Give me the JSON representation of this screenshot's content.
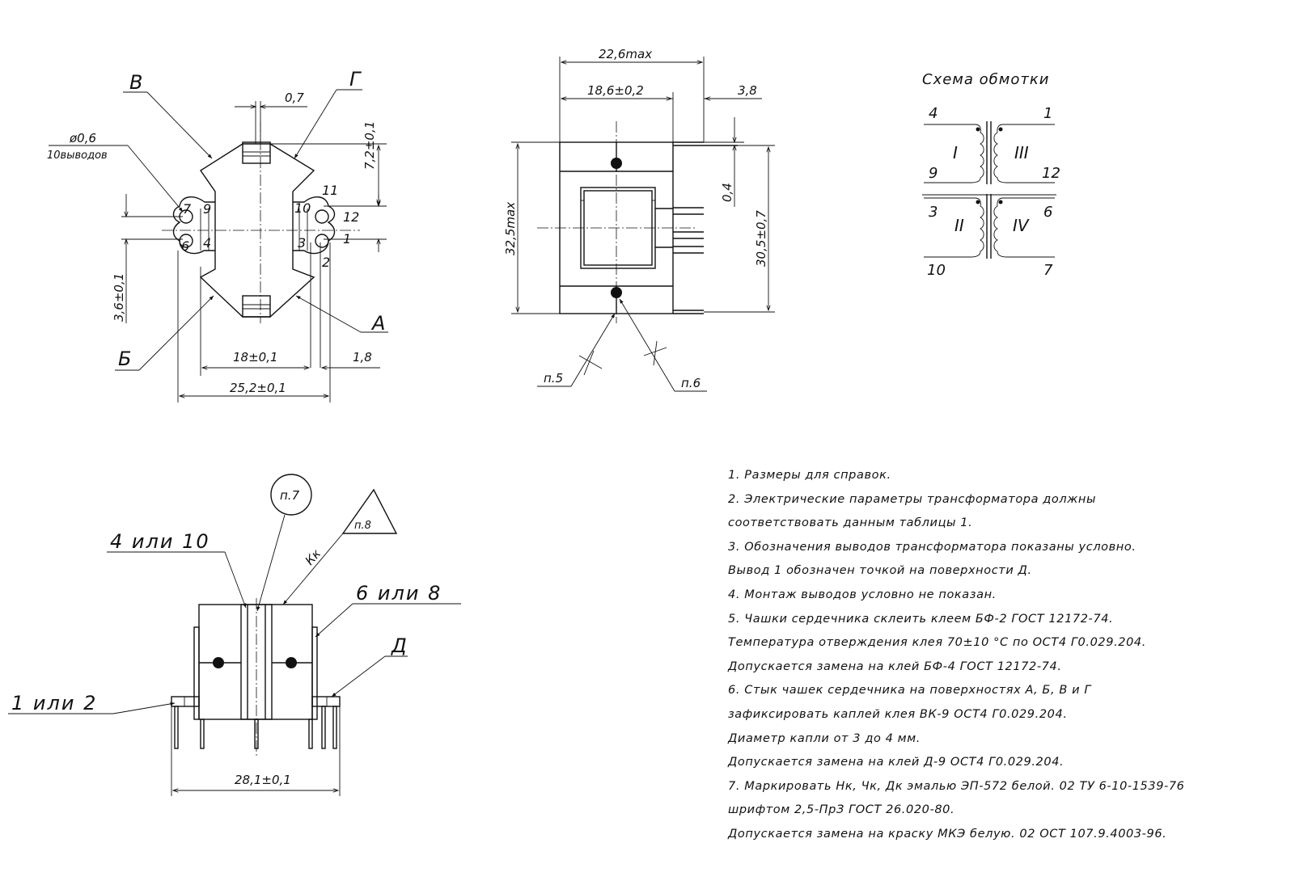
{
  "top_view": {
    "label_v": "В",
    "label_g": "Г",
    "label_b": "Б",
    "label_a": "А",
    "dim_07": "0,7",
    "dim_72": "7,2±0,1",
    "dim_pin_diam": "ø0,6",
    "dim_pin_count": "10выводов",
    "dim_36": "3,6±0,1",
    "dim_18": "18±0,1",
    "dim_18b": "1,8",
    "dim_252": "25,2±0,1",
    "pin_7": "7",
    "pin_9": "9",
    "pin_6": "6",
    "pin_4": "4",
    "pin_11": "11",
    "pin_10": "10",
    "pin_12": "12",
    "pin_3": "3",
    "pin_1": "1",
    "pin_2": "2"
  },
  "side_view": {
    "dim_226": "22,6max",
    "dim_186": "18,6±0,2",
    "dim_38": "3,8",
    "dim_04": "0,4",
    "dim_325": "32,5max",
    "dim_305": "30,5±0,7",
    "ref_p5": "п.5",
    "ref_p6": "п.6"
  },
  "front_view": {
    "ref_p7": "п.7",
    "ref_p8": "п.8",
    "label_kk": "Кк",
    "label_4or10": "4 или 10",
    "label_6or8": "6 или 8",
    "label_1or2": "1 или 2",
    "label_d": "Д",
    "dim_281": "28,1±0,1"
  },
  "schematic": {
    "title": "Схема обмотки",
    "p4": "4",
    "p1": "1",
    "w1": "I",
    "w3": "III",
    "p9": "9",
    "p12": "12",
    "p3": "3",
    "p6": "6",
    "w2": "II",
    "w4": "IV",
    "p10": "10",
    "p7": "7"
  },
  "notes": [
    "1. Размеры для справок.",
    "2. Электрические параметры трансформатора должны",
    "соответствовать данным таблицы 1.",
    "3. Обозначения выводов трансформатора показаны условно.",
    "Вывод 1 обозначен точкой на поверхности Д.",
    "4. Монтаж выводов условно не показан.",
    "5. Чашки сердечника склеить клеем БФ-2 ГОСТ 12172-74.",
    "Температура отверждения клея 70±10 °С по ОСТ4 Г0.029.204.",
    "Допускается замена на клей БФ-4 ГОСТ 12172-74.",
    "6. Стык чашек сердечника на поверхностях А, Б, В и Г",
    "зафиксировать каплей клея ВК-9 ОСТ4 Г0.029.204.",
    "Диаметр капли от 3 до 4 мм.",
    "Допускается замена на клей Д-9 ОСТ4 Г0.029.204.",
    "7. Маркировать Нк, Чк, Дк эмалью ЭП-572 белой. 02 ТУ 6-10-1539-76",
    "шрифтом 2,5-ПрЗ ГОСТ 26.020-80.",
    "Допускается замена на краску МКЭ белую. 02 ОСТ 107.9.4003-96."
  ]
}
